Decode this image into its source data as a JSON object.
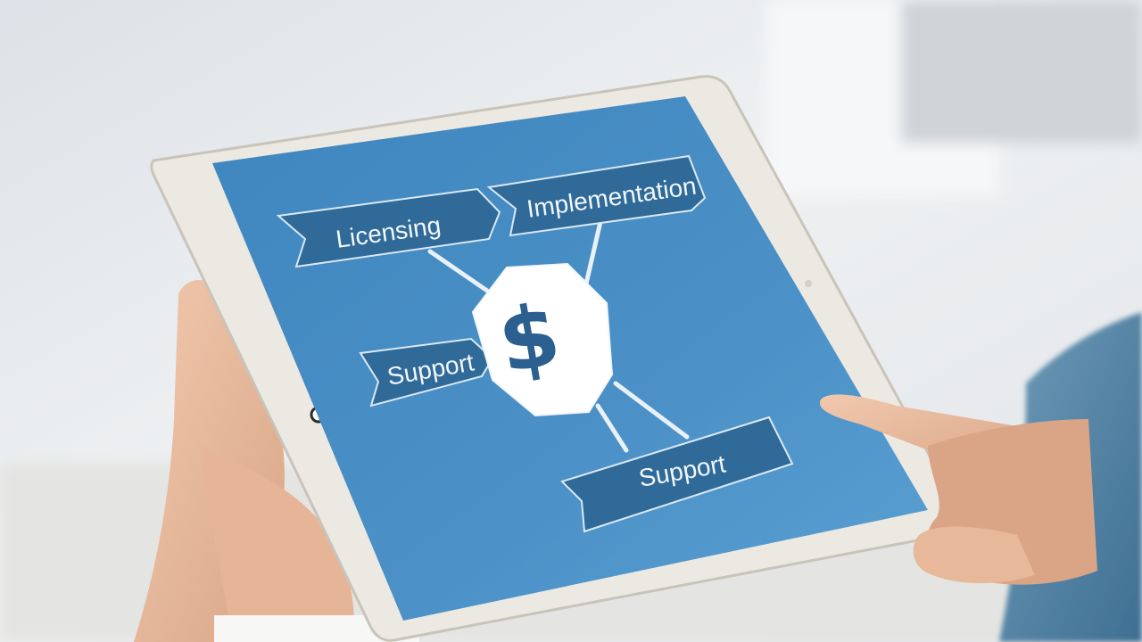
{
  "photo": {
    "subject": "hands holding tablet",
    "colors": {
      "background": "#e9ecef",
      "screen": "#4a8fc4",
      "banner": "#2f6a98",
      "banner_outline": "#dbe8f3",
      "tablet_frame": "#e9e6df",
      "octagon": "#ffffff",
      "dollar": "#2a5f8f"
    }
  },
  "screen": {
    "center_icon": "dollar-sign-icon",
    "center_symbol": "$",
    "labels": {
      "licensing": "Licensing",
      "implementation": "Implementation",
      "support_left": "Support",
      "support_bottom": "Support"
    }
  }
}
